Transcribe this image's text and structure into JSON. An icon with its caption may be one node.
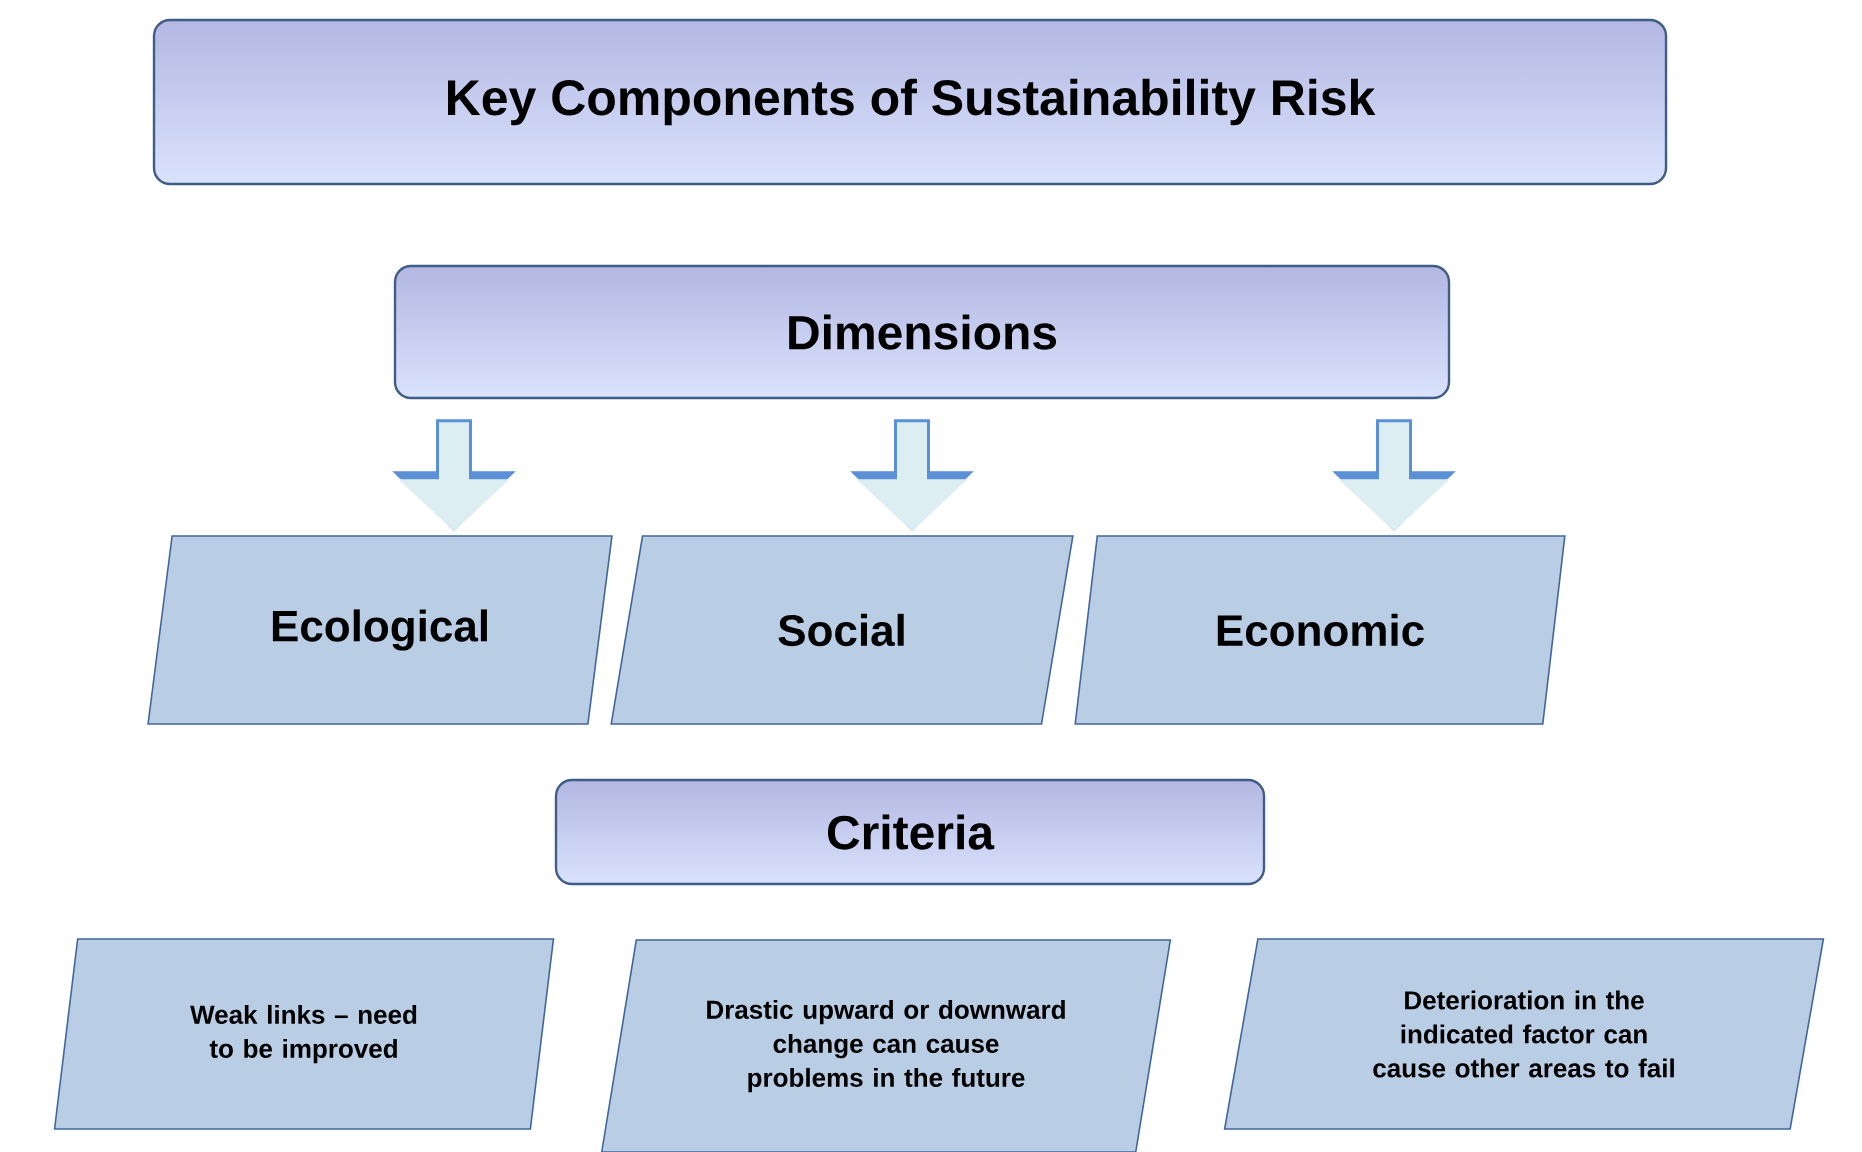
{
  "diagram": {
    "title": "Key Components of Sustainability Risk",
    "nodes": [
      {
        "text": [
          "Dimensions"
        ]
      },
      {
        "text": [
          "Ecological"
        ]
      },
      {
        "text": [
          "Social"
        ]
      },
      {
        "text": [
          "Economic"
        ]
      },
      {
        "text": [
          "Criteria"
        ]
      },
      {
        "text": [
          "Weak links – need to be improved"
        ]
      },
      {
        "text": [
          "Drastic upward or downward change can cause problems in the future"
        ]
      },
      {
        "text": [
          "Deterioration in the indicated factor can cause other areas to fail"
        ]
      }
    ],
    "edges": [
      {
        "from": 0,
        "to": 1,
        "arrow": "to"
      },
      {
        "from": 0,
        "to": 2,
        "arrow": "to"
      },
      {
        "from": 0,
        "to": 3,
        "arrow": "to"
      }
    ]
  }
}
